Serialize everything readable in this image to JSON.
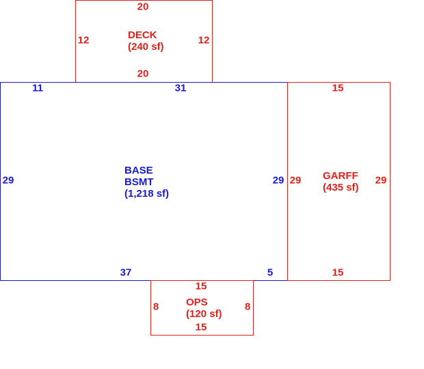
{
  "colors": {
    "addition": "#e0201a",
    "main": "#1a1acc"
  },
  "areas": {
    "deck": {
      "name": "DECK",
      "area": "(240 sf)",
      "dims": {
        "top": "20",
        "left": "12",
        "right": "12",
        "bottom": "20"
      }
    },
    "base": {
      "name_line1": "BASE",
      "name_line2": "BSMT",
      "area": "(1,218 sf)",
      "dims": {
        "top_left": "11",
        "top_right": "31",
        "left": "29",
        "right": "29",
        "bottom_left": "37",
        "bottom_right": "5"
      }
    },
    "garff": {
      "name": "GARFF",
      "area": "(435 sf)",
      "dims": {
        "top": "15",
        "left": "29",
        "right": "29",
        "bottom": "15"
      }
    },
    "ops": {
      "name": "OPS",
      "area": "(120 sf)",
      "dims": {
        "top": "15",
        "left": "8",
        "right": "8",
        "bottom": "15"
      }
    }
  }
}
